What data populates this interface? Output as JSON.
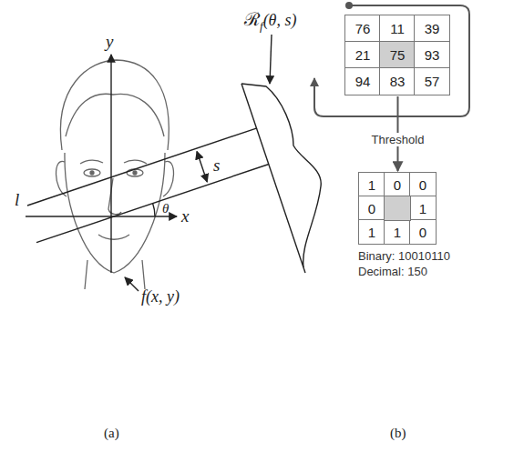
{
  "diagram": {
    "nodes": [
      {
        "text": [
          "76",
          "11",
          "39",
          "21",
          "75",
          "93",
          "94",
          "83",
          "57"
        ]
      },
      {
        "text": [
          "1",
          "0",
          "0",
          "0",
          "1",
          "1",
          "1",
          "0"
        ]
      }
    ],
    "edges": [
      {
        "from": 0,
        "to": 1,
        "arrow": "to",
        "label": "Threshold"
      }
    ],
    "labels": [
      "y",
      "ℛ",
      "f",
      "(θ, s)",
      "s",
      "l",
      "θ",
      "x",
      "f(x, y)",
      "(a)",
      "Binary: 10010110",
      "Decimal: 150",
      "(b)"
    ]
  }
}
